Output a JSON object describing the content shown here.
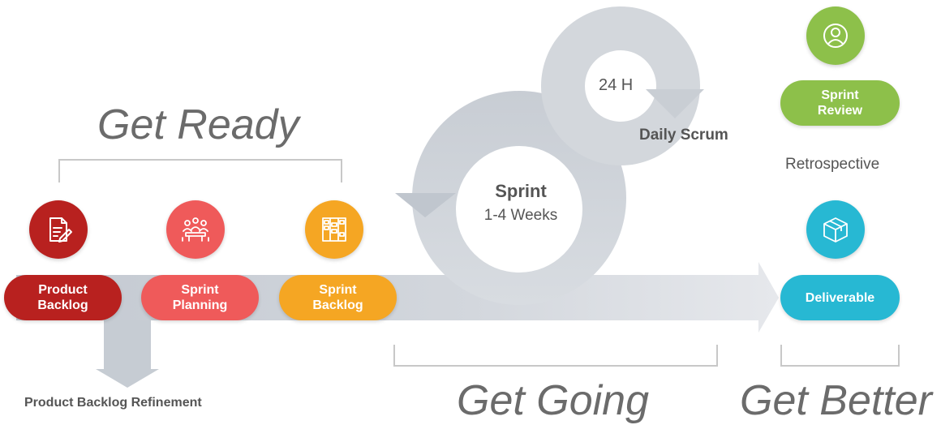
{
  "headings": {
    "get_ready": "Get Ready",
    "get_going": "Get Going",
    "get_better": "Get Better"
  },
  "stages": {
    "product_backlog": "Product\nBacklog",
    "sprint_planning": "Sprint\nPlanning",
    "sprint_backlog": "Sprint\nBacklog",
    "sprint_review": "Sprint\nReview",
    "deliverable": "Deliverable"
  },
  "labels": {
    "sprint": "Sprint",
    "sprint_duration": "1-4 Weeks",
    "daily_cycle": "24 H",
    "daily_scrum": "Daily Scrum",
    "retrospective": "Retrospective",
    "refinement": "Product Backlog Refinement"
  },
  "icons": {
    "product_backlog": "document-edit-icon",
    "sprint_planning": "team-meeting-icon",
    "sprint_backlog": "kanban-board-icon",
    "sprint_review": "user-icon",
    "deliverable": "package-box-icon"
  },
  "colors": {
    "product_backlog": "#b8211f",
    "sprint_planning": "#ef5a5a",
    "sprint_backlog": "#f5a623",
    "sprint_review": "#8dc04a",
    "deliverable": "#27b8d3",
    "arrow": "#cfd4db",
    "text": "#555555"
  }
}
